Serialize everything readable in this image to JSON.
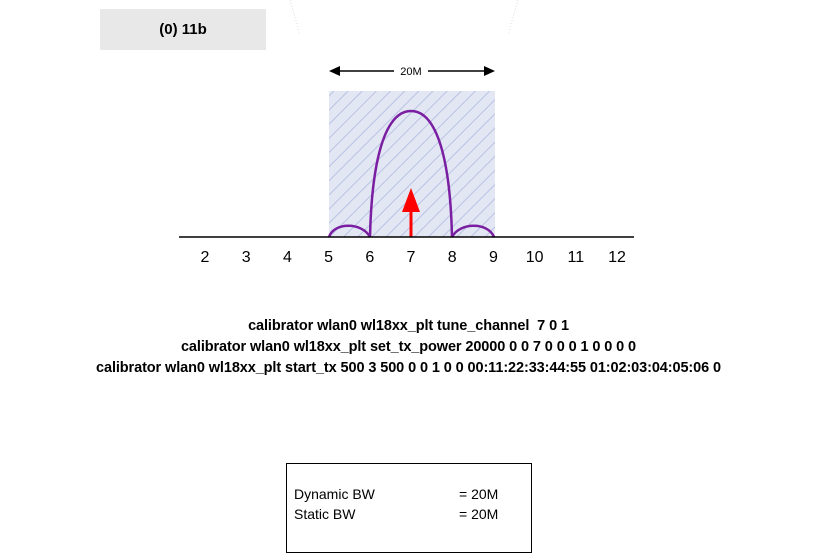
{
  "mode": {
    "label": "(0) 11b"
  },
  "diagram": {
    "bandwidth_label": "20M",
    "channels": [
      "2",
      "3",
      "4",
      "5",
      "6",
      "7",
      "8",
      "9",
      "10",
      "11",
      "12"
    ],
    "colors": {
      "axis": "#000000",
      "hatch": "#b9c2e3",
      "band_fill": "#e3e7f4",
      "curve": "#7a1fa2",
      "arrow": "#ff0000"
    }
  },
  "commands": [
    "calibrator wlan0 wl18xx_plt tune_channel  7 0 1",
    "calibrator wlan0 wl18xx_plt set_tx_power 20000 0 0 7 0 0 0 1 0 0 0 0",
    "calibrator wlan0 wl18xx_plt start_tx 500 3 500 0 0 1 0 0 00:11:22:33:44:55 01:02:03:04:05:06 0"
  ],
  "bw_info": {
    "rows": [
      {
        "label": "Dynamic BW",
        "value": "= 20M"
      },
      {
        "label": "Static BW",
        "value": "= 20M"
      }
    ]
  }
}
